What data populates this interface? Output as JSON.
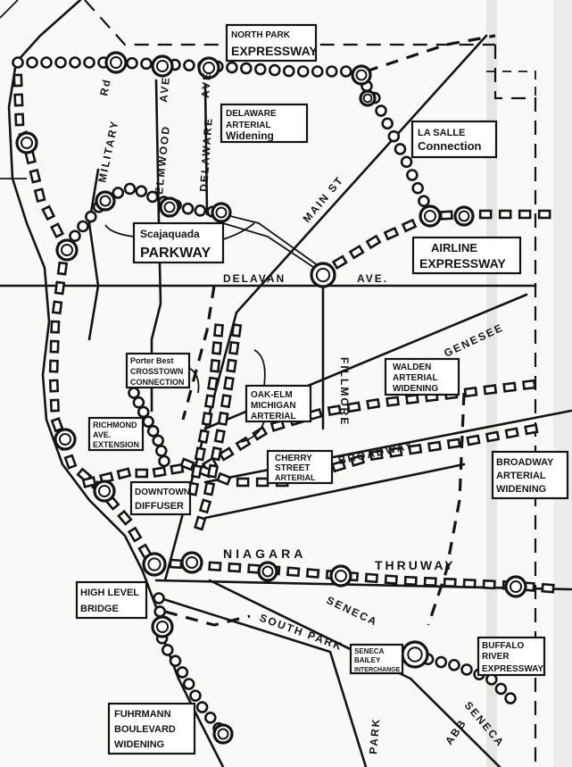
{
  "labels": {
    "north_park": "NORTH PARK",
    "expressway": "EXPRESSWAY",
    "delaware_arterial_1": "DELAWARE",
    "delaware_arterial_2": "ARTERIAL",
    "delaware_arterial_3": "Widening",
    "lasalle_1": "LA SALLE",
    "lasalle_2": "Connection",
    "scajaquada_1": "Scajaquada",
    "scajaquada_2": "PARKWAY",
    "airline_1": "AIRLINE",
    "airline_2": "EXPRESSWAY",
    "porter_1": "Porter Best",
    "porter_2": "CROSSTOWN",
    "porter_3": "CONNECTION",
    "oakelm_1": "OAK-ELM",
    "oakelm_2": "MICHIGAN",
    "oakelm_3": "ARTERIAL",
    "walden_1": "WALDEN",
    "walden_2": "ARTERIAL",
    "walden_3": "WIDENING",
    "richmond_1": "RICHMOND",
    "richmond_2": "AVE.",
    "richmond_3": "EXTENSION",
    "cherry_1": "CHERRY",
    "cherry_2": "STREET",
    "cherry_3": "ARTERIAL",
    "broadway_1": "BROADWAY",
    "broadway_2": "ARTERIAL",
    "broadway_3": "WIDENING",
    "downtown_1": "DOWNTOWN",
    "downtown_2": "DIFFUSER",
    "highlevel_1": "HIGH LEVEL",
    "highlevel_2": "BRIDGE",
    "senecabailey_1": "SENECA",
    "senecabailey_2": "BAILEY",
    "senecabailey_3": "INTERCHANGE",
    "buffalo_1": "BUFFALO",
    "buffalo_2": "RIVER",
    "buffalo_3": "EXPRESSWAY",
    "fuhrmann_1": "FUHRMANN",
    "fuhrmann_2": "BOULEVARD",
    "fuhrmann_3": "WIDENING"
  },
  "streets": {
    "military": "MILITARY",
    "rd": "Rd",
    "elmwood": "ELMWOOD",
    "elmwood_ave": "AVE",
    "delaware": "DELAWARE",
    "delaware_ave": "AVE",
    "main_st": "MAIN ST",
    "delavan": "DELAVAN",
    "delavan_ave": "AVE.",
    "fillmore": "FILLMORE",
    "genesee": "GENESEE",
    "broadway": "BROADWAY",
    "niagara": "NIAGARA",
    "thruway": "THRUWAY",
    "seneca": "SENECA",
    "seneca2": "SENECA",
    "south_park": "SOUTH PARK",
    "park": "PARK",
    "abbott": "ABB"
  }
}
